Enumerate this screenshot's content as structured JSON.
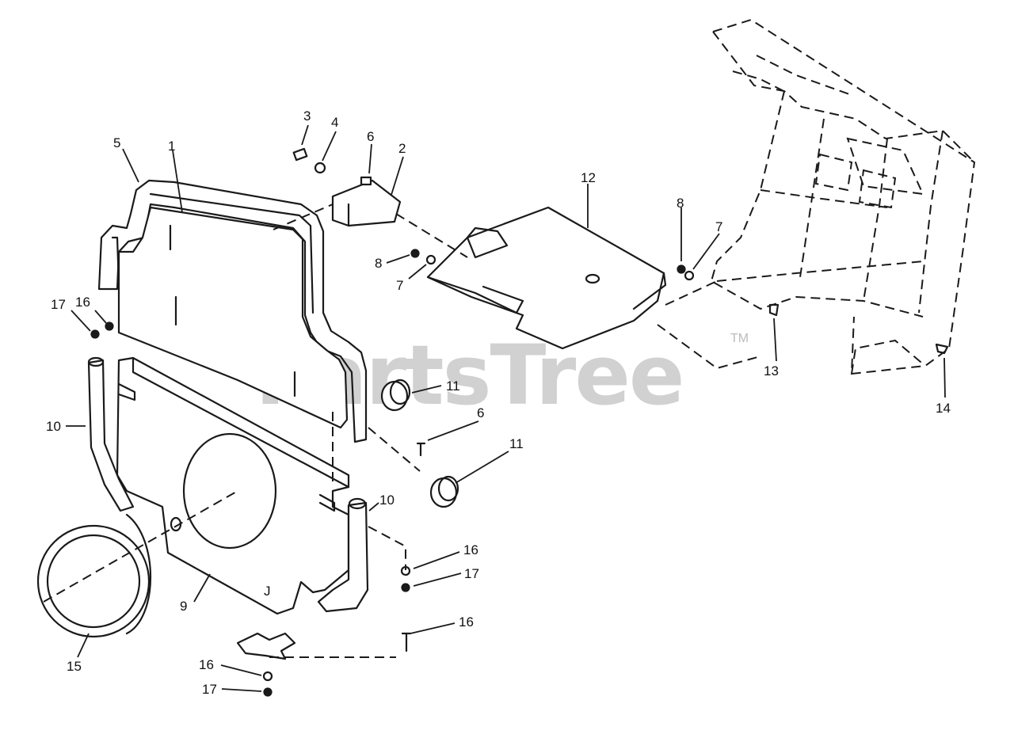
{
  "watermark": {
    "text": "PartsTree",
    "tm": "TM"
  },
  "callouts": {
    "c1": "1",
    "c2": "2",
    "c3": "3",
    "c4": "4",
    "c5": "5",
    "c6a": "6",
    "c6b": "6",
    "c7a": "7",
    "c7b": "7",
    "c8a": "8",
    "c8b": "8",
    "c9": "9",
    "c10a": "10",
    "c10b": "10",
    "c11a": "11",
    "c11b": "11",
    "c12": "12",
    "c13": "13",
    "c14": "14",
    "c15": "15",
    "c16a": "16",
    "c16b": "16",
    "c16c": "16",
    "c16d": "16",
    "c17a": "17",
    "c17b": "17",
    "c17c": "17",
    "cJ": "J"
  },
  "colors": {
    "ink": "#1a1a1a",
    "watermark": "#c9c9c9",
    "background": "#ffffff"
  }
}
